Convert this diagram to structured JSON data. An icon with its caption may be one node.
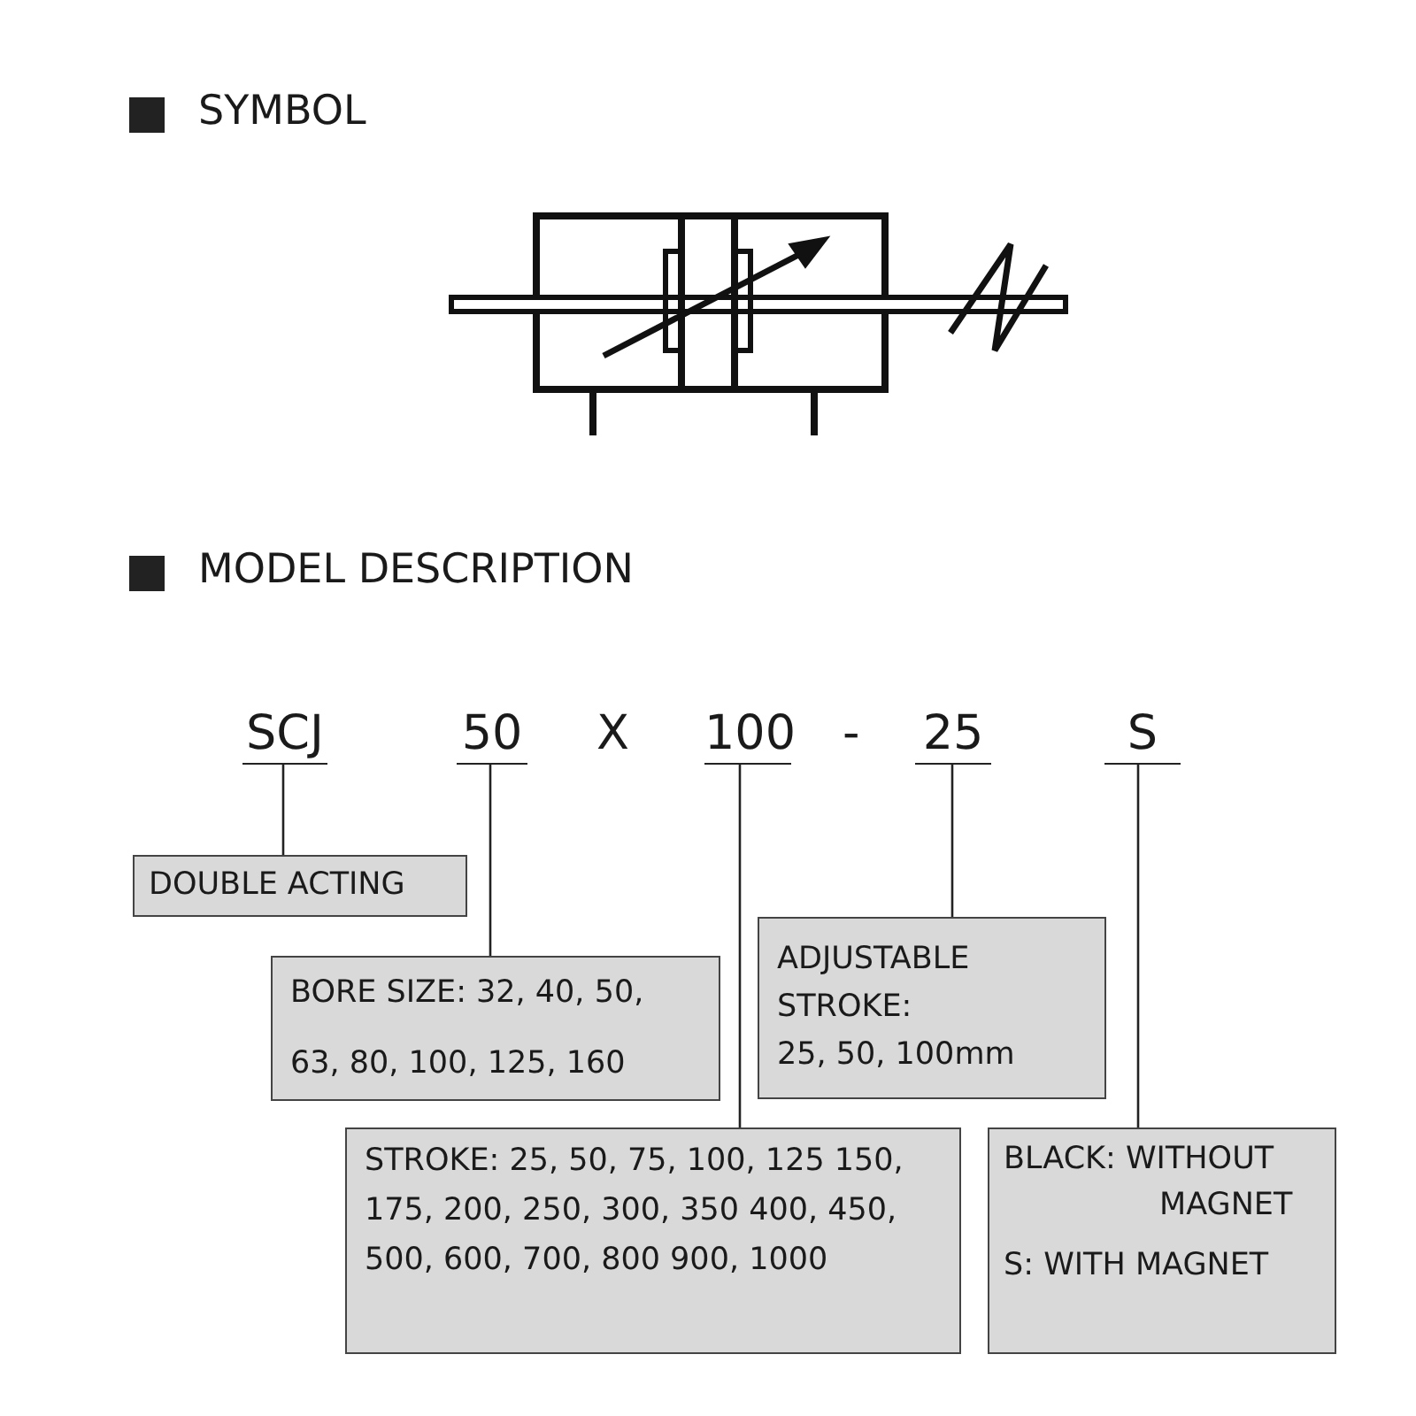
{
  "diagram": {
    "nodes": [
      {
        "text": [
          "SCJ"
        ]
      },
      {
        "text": [
          "50"
        ]
      },
      {
        "text": [
          "100"
        ]
      },
      {
        "text": [
          "25"
        ]
      },
      {
        "text": [
          "S"
        ]
      },
      {
        "text": [
          "DOUBLE ACTING"
        ]
      },
      {
        "text": [
          "BORE SIZE: 32, 40, 50, 63, 80, 100, 125, 160"
        ]
      },
      {
        "text": [
          "ADJUSTABLE STROKE:",
          "25, 50, 100mm"
        ]
      },
      {
        "text": [
          "STROKE: 25, 50, 75, 100, 125 150, 175, 200, 250, 300, 350 400, 450, 500, 600, 700, 800 900, 1000"
        ]
      },
      {
        "text": [
          "BLACK: WITHOUT MAGNET",
          "S: WITH MAGNET"
        ]
      }
    ],
    "edges": [
      {
        "from": 0,
        "to": 5,
        "arrow": "none"
      },
      {
        "from": 1,
        "to": 6,
        "arrow": "none"
      },
      {
        "from": 2,
        "to": 8,
        "arrow": "none"
      },
      {
        "from": 3,
        "to": 7,
        "arrow": "none"
      },
      {
        "from": 4,
        "to": 9,
        "arrow": "none"
      }
    ],
    "labels": [
      "SYMBOL",
      "MODEL DESCRIPTION",
      "X",
      "-"
    ]
  }
}
